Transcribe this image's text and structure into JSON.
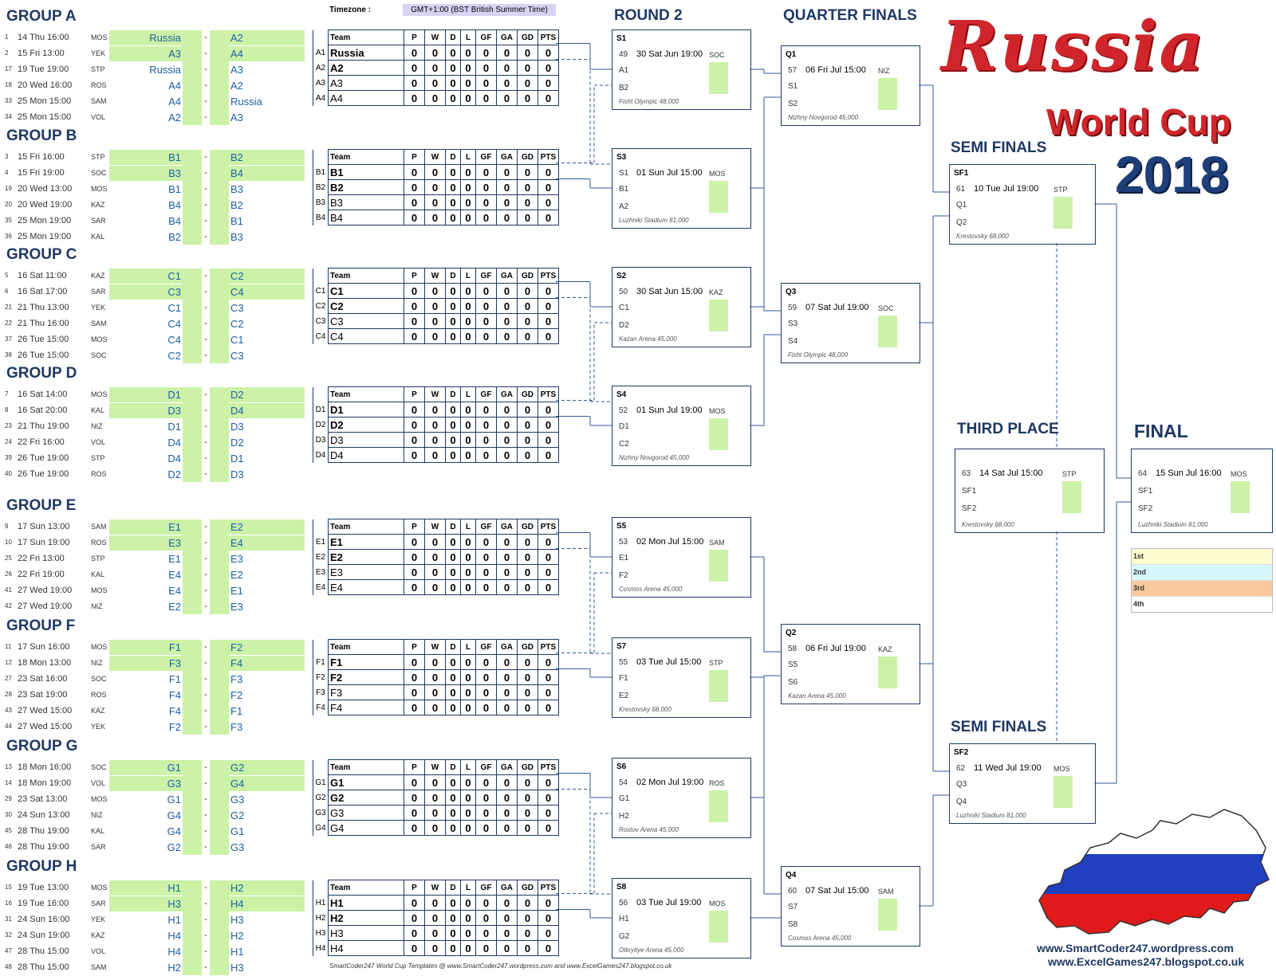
{
  "timezone_label": "Timezone :",
  "timezone_value": "GMT+1:00 (BST British Summer Time)",
  "titles": {
    "round2": "ROUND 2",
    "qf": "QUARTER FINALS",
    "sf": "SEMI FINALS",
    "third": "THIRD PLACE",
    "final": "FINAL"
  },
  "logo": {
    "line1": "Russia",
    "line2": "World Cup",
    "line3": "2018"
  },
  "footer": {
    "center": "SmartCoder247 World Cup Templates @ www.SmartCoder247.wordpress.com and www.ExcelGames247.blogspot.co.uk",
    "url1": "www.SmartCoder247.wordpress.com",
    "url2": "www.ExcelGames247.blogspot.co.uk"
  },
  "table_header": [
    "Team",
    "P",
    "W",
    "D",
    "L",
    "GF",
    "GA",
    "GD",
    "PTS"
  ],
  "groups": [
    {
      "title": "GROUP A",
      "matches": [
        [
          "1",
          "14 Thu 16:00",
          "MOS",
          "Russia",
          "A2"
        ],
        [
          "2",
          "15 Fri 13:00",
          "YEK",
          "A3",
          "A4"
        ],
        [
          "17",
          "19 Tue 19:00",
          "STP",
          "Russia",
          "A3"
        ],
        [
          "18",
          "20 Wed 16:00",
          "ROS",
          "A4",
          "A2"
        ],
        [
          "33",
          "25 Mon 15:00",
          "SAM",
          "A4",
          "Russia"
        ],
        [
          "34",
          "25 Mon 15:00",
          "VOL",
          "A2",
          "A3"
        ]
      ],
      "teams": [
        [
          "A1",
          "Russia"
        ],
        [
          "A2",
          "A2"
        ],
        [
          "A3",
          "A3"
        ],
        [
          "A4",
          "A4"
        ]
      ]
    },
    {
      "title": "GROUP B",
      "matches": [
        [
          "3",
          "15 Fri 16:00",
          "STP",
          "B1",
          "B2"
        ],
        [
          "4",
          "15 Fri 19:00",
          "SOC",
          "B3",
          "B4"
        ],
        [
          "19",
          "20 Wed 13:00",
          "MOS",
          "B1",
          "B3"
        ],
        [
          "20",
          "20 Wed 19:00",
          "KAZ",
          "B4",
          "B2"
        ],
        [
          "35",
          "25 Mon 19:00",
          "SAR",
          "B4",
          "B1"
        ],
        [
          "36",
          "25 Mon 19:00",
          "KAL",
          "B2",
          "B3"
        ]
      ],
      "teams": [
        [
          "B1",
          "B1"
        ],
        [
          "B2",
          "B2"
        ],
        [
          "B3",
          "B3"
        ],
        [
          "B4",
          "B4"
        ]
      ]
    },
    {
      "title": "GROUP C",
      "matches": [
        [
          "5",
          "16 Sat 11:00",
          "KAZ",
          "C1",
          "C2"
        ],
        [
          "6",
          "16 Sat 17:00",
          "SAR",
          "C3",
          "C4"
        ],
        [
          "21",
          "21 Thu 13:00",
          "YEK",
          "C1",
          "C3"
        ],
        [
          "22",
          "21 Thu 16:00",
          "SAM",
          "C4",
          "C2"
        ],
        [
          "37",
          "26 Tue 15:00",
          "MOS",
          "C4",
          "C1"
        ],
        [
          "38",
          "26 Tue 15:00",
          "SOC",
          "C2",
          "C3"
        ]
      ],
      "teams": [
        [
          "C1",
          "C1"
        ],
        [
          "C2",
          "C2"
        ],
        [
          "C3",
          "C3"
        ],
        [
          "C4",
          "C4"
        ]
      ]
    },
    {
      "title": "GROUP D",
      "matches": [
        [
          "7",
          "16 Sat 14:00",
          "MOS",
          "D1",
          "D2"
        ],
        [
          "8",
          "16 Sat 20:00",
          "KAL",
          "D3",
          "D4"
        ],
        [
          "23",
          "21 Thu 19:00",
          "NIZ",
          "D1",
          "D3"
        ],
        [
          "24",
          "22 Fri 16:00",
          "VOL",
          "D4",
          "D2"
        ],
        [
          "39",
          "26 Tue 19:00",
          "STP",
          "D4",
          "D1"
        ],
        [
          "40",
          "26 Tue 19:00",
          "ROS",
          "D2",
          "D3"
        ]
      ],
      "teams": [
        [
          "D1",
          "D1"
        ],
        [
          "D2",
          "D2"
        ],
        [
          "D3",
          "D3"
        ],
        [
          "D4",
          "D4"
        ]
      ]
    },
    {
      "title": "GROUP E",
      "matches": [
        [
          "9",
          "17 Sun 13:00",
          "SAM",
          "E1",
          "E2"
        ],
        [
          "10",
          "17 Sun 19:00",
          "ROS",
          "E3",
          "E4"
        ],
        [
          "25",
          "22 Fri 13:00",
          "STP",
          "E1",
          "E3"
        ],
        [
          "26",
          "22 Fri 19:00",
          "KAL",
          "E4",
          "E2"
        ],
        [
          "41",
          "27 Wed 19:00",
          "MOS",
          "E4",
          "E1"
        ],
        [
          "42",
          "27 Wed 19:00",
          "NIZ",
          "E2",
          "E3"
        ]
      ],
      "teams": [
        [
          "E1",
          "E1"
        ],
        [
          "E2",
          "E2"
        ],
        [
          "E3",
          "E3"
        ],
        [
          "E4",
          "E4"
        ]
      ]
    },
    {
      "title": "GROUP F",
      "matches": [
        [
          "11",
          "17 Sun 16:00",
          "MOS",
          "F1",
          "F2"
        ],
        [
          "12",
          "18 Mon 13:00",
          "NIZ",
          "F3",
          "F4"
        ],
        [
          "27",
          "23 Sat 16:00",
          "SOC",
          "F1",
          "F3"
        ],
        [
          "28",
          "23 Sat 19:00",
          "ROS",
          "F4",
          "F2"
        ],
        [
          "43",
          "27 Wed 15:00",
          "KAZ",
          "F4",
          "F1"
        ],
        [
          "44",
          "27 Wed 15:00",
          "YEK",
          "F2",
          "F3"
        ]
      ],
      "teams": [
        [
          "F1",
          "F1"
        ],
        [
          "F2",
          "F2"
        ],
        [
          "F3",
          "F3"
        ],
        [
          "F4",
          "F4"
        ]
      ]
    },
    {
      "title": "GROUP G",
      "matches": [
        [
          "13",
          "18 Mon 16:00",
          "SOC",
          "G1",
          "G2"
        ],
        [
          "14",
          "18 Mon 19:00",
          "VOL",
          "G3",
          "G4"
        ],
        [
          "29",
          "23 Sat 13:00",
          "MOS",
          "G1",
          "G3"
        ],
        [
          "30",
          "24 Sun 13:00",
          "NIZ",
          "G4",
          "G2"
        ],
        [
          "45",
          "28 Thu 19:00",
          "KAL",
          "G4",
          "G1"
        ],
        [
          "46",
          "28 Thu 19:00",
          "SAR",
          "G2",
          "G3"
        ]
      ],
      "teams": [
        [
          "G1",
          "G1"
        ],
        [
          "G2",
          "G2"
        ],
        [
          "G3",
          "G3"
        ],
        [
          "G4",
          "G4"
        ]
      ]
    },
    {
      "title": "GROUP H",
      "matches": [
        [
          "15",
          "19 Tue 13:00",
          "MOS",
          "H1",
          "H2"
        ],
        [
          "16",
          "19 Tue 16:00",
          "SAR",
          "H3",
          "H4"
        ],
        [
          "31",
          "24 Sun 16:00",
          "YEK",
          "H1",
          "H3"
        ],
        [
          "32",
          "24 Sun 19:00",
          "KAZ",
          "H4",
          "H2"
        ],
        [
          "47",
          "28 Thu 15:00",
          "VOL",
          "H4",
          "H1"
        ],
        [
          "48",
          "28 Thu 15:00",
          "SAM",
          "H2",
          "H3"
        ]
      ],
      "teams": [
        [
          "H1",
          "H1"
        ],
        [
          "H2",
          "H2"
        ],
        [
          "H3",
          "H3"
        ],
        [
          "H4",
          "H4"
        ]
      ]
    }
  ],
  "r16": [
    {
      "id": "S1",
      "num": "49",
      "date": "30 Sat Jun 19:00",
      "venue": "SOC",
      "s1": "A1",
      "s2": "B2",
      "stadium": "Fisht Olympic 48,000"
    },
    {
      "id": "S3",
      "num": "S1",
      "date": "01 Sun Jul 15:00",
      "venue": "MOS",
      "s1": "B1",
      "s2": "A2",
      "stadium": "Luzhniki Stadium 81,000"
    },
    {
      "id": "S2",
      "num": "50",
      "date": "30 Sat Jun 15:00",
      "venue": "KAZ",
      "s1": "C1",
      "s2": "D2",
      "stadium": "Kazan Arena 45,000"
    },
    {
      "id": "S4",
      "num": "52",
      "date": "01 Sun Jul 19:00",
      "venue": "MOS",
      "s1": "D1",
      "s2": "C2",
      "stadium": "Nizhny Novgorod 45,000"
    },
    {
      "id": "S5",
      "num": "53",
      "date": "02 Mon Jul 15:00",
      "venue": "SAM",
      "s1": "E1",
      "s2": "F2",
      "stadium": "Cosmos Arena 45,000"
    },
    {
      "id": "S7",
      "num": "55",
      "date": "03 Tue Jul 15:00",
      "venue": "STP",
      "s1": "F1",
      "s2": "E2",
      "stadium": "Krestovsky 68,000"
    },
    {
      "id": "S6",
      "num": "54",
      "date": "02 Mon Jul 19:00",
      "venue": "ROS",
      "s1": "G1",
      "s2": "H2",
      "stadium": "Rostov Arena 45,000"
    },
    {
      "id": "S8",
      "num": "56",
      "date": "03 Tue Jul 19:00",
      "venue": "MOS",
      "s1": "H1",
      "s2": "G2",
      "stadium": "Otkrytiye Arena 45,000"
    }
  ],
  "qf": [
    {
      "id": "Q1",
      "num": "57",
      "date": "06 Fri Jul 15:00",
      "venue": "NIZ",
      "s1": "S1",
      "s2": "S2",
      "stadium": "Nizhny Novgorod 45,000"
    },
    {
      "id": "Q3",
      "num": "59",
      "date": "07 Sat Jul 19:00",
      "venue": "SOC",
      "s1": "S3",
      "s2": "S4",
      "stadium": "Fisht Olympic 48,000"
    },
    {
      "id": "Q2",
      "num": "58",
      "date": "06 Fri Jul 19:00",
      "venue": "KAZ",
      "s1": "S5",
      "s2": "S6",
      "stadium": "Kazan Arena 45,000"
    },
    {
      "id": "Q4",
      "num": "60",
      "date": "07 Sat Jul 15:00",
      "venue": "SAM",
      "s1": "S7",
      "s2": "S8",
      "stadium": "Cosmos Arena 45,000"
    }
  ],
  "sf": [
    {
      "id": "SF1",
      "num": "61",
      "date": "10 Tue Jul 19:00",
      "venue": "STP",
      "s1": "Q1",
      "s2": "Q2",
      "stadium": "Krestovsky 68,000"
    },
    {
      "id": "SF2",
      "num": "62",
      "date": "11 Wed Jul 19:00",
      "venue": "MOS",
      "s1": "Q3",
      "s2": "Q4",
      "stadium": "Luzhniki Stadium 81,000"
    }
  ],
  "third": {
    "num": "63",
    "date": "14 Sat Jul 15:00",
    "venue": "STP",
    "s1": "SF1",
    "s2": "SF2",
    "stadium": "Krestovsky 68,000"
  },
  "final": {
    "num": "64",
    "date": "15 Sun Jul 16:00",
    "venue": "MOS",
    "s1": "SF1",
    "s2": "SF2",
    "stadium": "Luzhniki Stadium 81,000"
  },
  "places": [
    "1st",
    "2nd",
    "3rd",
    "4th"
  ],
  "colors": {
    "green": "#ccf2a8",
    "navy": "#1f3864",
    "red": "#d0262b",
    "place1": "#fffbd0",
    "place2": "#d6f7fb",
    "place3": "#f9c99b",
    "place4": "#ffffff"
  }
}
